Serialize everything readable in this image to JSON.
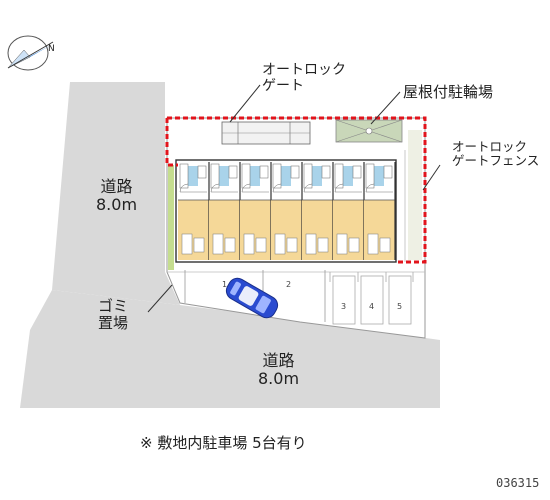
{
  "labels": {
    "gate": [
      "オートロック",
      "ゲート"
    ],
    "bike_parking": "屋根付駐輪場",
    "fence": [
      "オートロック",
      "ゲートフェンス"
    ],
    "road_left": [
      "道路",
      "8.0m"
    ],
    "road_bottom": [
      "道路",
      "8.0m"
    ],
    "garbage": [
      "ゴミ",
      "置場"
    ],
    "north": "N"
  },
  "parking_numbers": [
    "1",
    "2",
    "3",
    "4",
    "5"
  ],
  "note": "※ 敷地内駐車場 5台有り",
  "code": "036315",
  "colors": {
    "road": "#d9d9d9",
    "site_line": "#999999",
    "boundary": "#e2141c",
    "car": "#2a4bd0",
    "water": "#a9d3ea",
    "floor": "#f5d898",
    "greenery": "#c5dd8f"
  }
}
